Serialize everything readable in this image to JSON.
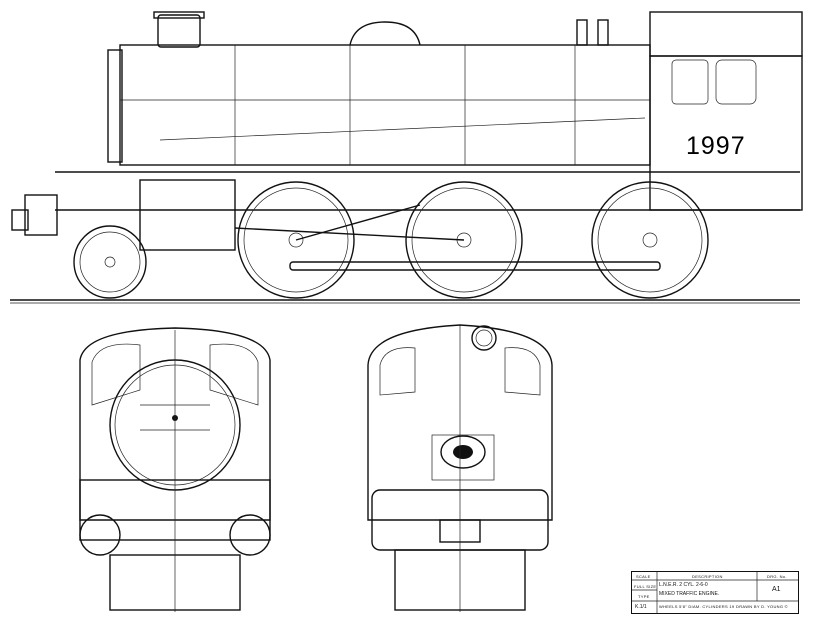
{
  "loco_number": "1997",
  "title_block": {
    "scale_label": "SCALE",
    "description_label": "DESCRIPTION",
    "drg_no_label": "DRG. No.",
    "full_size_label": "FULL SIZE",
    "type_label": "TYPE",
    "description_line1": "L.N.E.R. 2 CYL. 2-6-0",
    "description_line2": "MIXED TRAFFIC ENGINE.",
    "drg_no": "A1",
    "type_value": "K.1/1",
    "wheels_note": "WHEELS 5'8\" DIAM. CYLINDERS 19\"x26\"",
    "drawn_by": "DRAWN BY  D. YOUNG ©"
  }
}
